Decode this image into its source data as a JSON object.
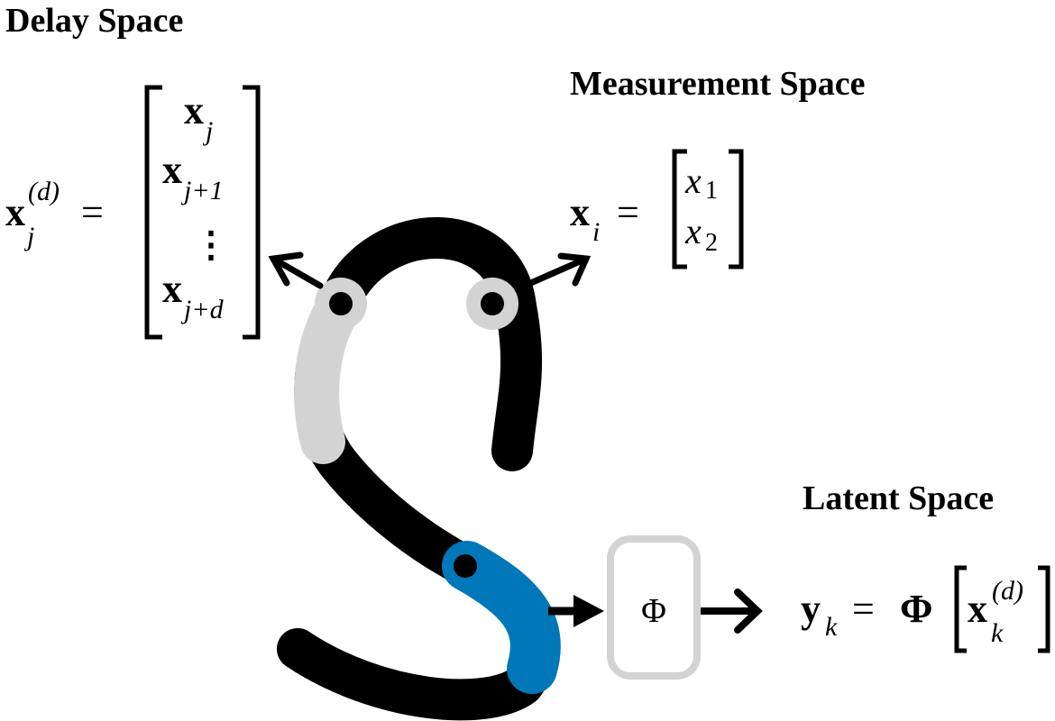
{
  "headings": {
    "delay": "Delay Space",
    "measurement": "Measurement Space",
    "latent": "Latent Space"
  },
  "delay_eq": {
    "lhs_base": "x",
    "lhs_sub": "j",
    "lhs_sup": "(d)",
    "equals": "=",
    "rows": [
      {
        "base": "x",
        "sub": "j"
      },
      {
        "base": "x",
        "sub": "j+1"
      },
      {
        "base": "x",
        "sub": "j+d"
      }
    ],
    "vdots": "⋮"
  },
  "measurement_eq": {
    "lhs_base": "x",
    "lhs_sub": "i",
    "equals": "=",
    "rows": [
      {
        "base": "x",
        "sub": "1"
      },
      {
        "base": "x",
        "sub": "2"
      }
    ]
  },
  "latent_eq": {
    "lhs_base": "y",
    "lhs_sub": "k",
    "equals": "=",
    "phi": "Φ",
    "arg_base": "x",
    "arg_sub": "k",
    "arg_sup": "(d)"
  },
  "phi_box": {
    "label": "Φ"
  },
  "colors": {
    "curve": "#000000",
    "delay_highlight": "#d3d3d3",
    "latent_highlight": "#0077b8",
    "box_border": "#d3d3d3"
  }
}
